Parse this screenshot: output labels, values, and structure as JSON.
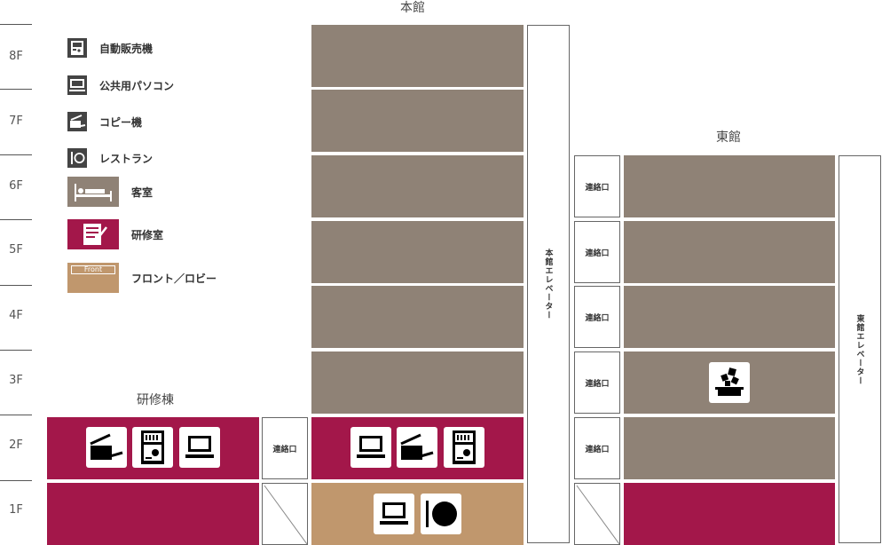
{
  "floors": [
    "8F",
    "7F",
    "6F",
    "5F",
    "4F",
    "3F",
    "2F",
    "1F"
  ],
  "buildings": {
    "main": {
      "title": "本館",
      "elevator": "本館エレベーター"
    },
    "east": {
      "title": "東館",
      "elevator": "東館エレベーター"
    },
    "training": {
      "title": "研修棟"
    }
  },
  "link_label": "連絡口",
  "legend": [
    {
      "icon": "vending-machine-icon",
      "label": "自動販売機"
    },
    {
      "icon": "public-pc-icon",
      "label": "公共用パソコン"
    },
    {
      "icon": "copier-icon",
      "label": "コピー機"
    },
    {
      "icon": "restaurant-icon",
      "label": "レストラン"
    },
    {
      "icon": "guest-room-icon",
      "label": "客室"
    },
    {
      "icon": "training-room-icon",
      "label": "研修室"
    },
    {
      "icon": "front-lobby-icon",
      "label": "フロント／ロビー",
      "swatch_text": "Front"
    }
  ],
  "colors": {
    "guest_room": "#8f8276",
    "training_room": "#a3174a",
    "front_lobby": "#c0976d"
  }
}
